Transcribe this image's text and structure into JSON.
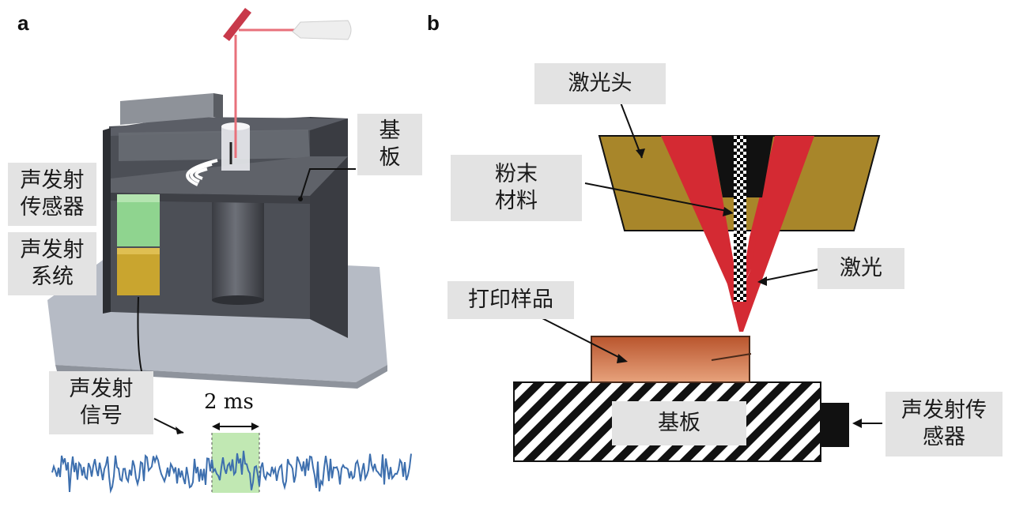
{
  "panels": {
    "a": "a",
    "b": "b"
  },
  "panel_a": {
    "substrate_label": [
      "基",
      "板"
    ],
    "sensor_label": [
      "声发射",
      "传感器"
    ],
    "system_label": [
      "声发射",
      "系统"
    ],
    "signal_label": [
      "声发射",
      "信号"
    ],
    "time_window": "2 ms"
  },
  "panel_b": {
    "laser_head": "激光头",
    "powder": [
      "粉末",
      "材料"
    ],
    "laser": "激光",
    "sample": "打印样品",
    "substrate": "基板",
    "sensor": [
      "声发射传",
      "感器"
    ]
  },
  "colors": {
    "laser_red": "#d42a33",
    "head_gold": "#a8862a",
    "sensor_green": "#8fd48f",
    "system_gold": "#c9a52f",
    "signal_blue": "#3d6fae",
    "window_green": "#b6e4a6",
    "sample_brown": "#c96f45"
  }
}
